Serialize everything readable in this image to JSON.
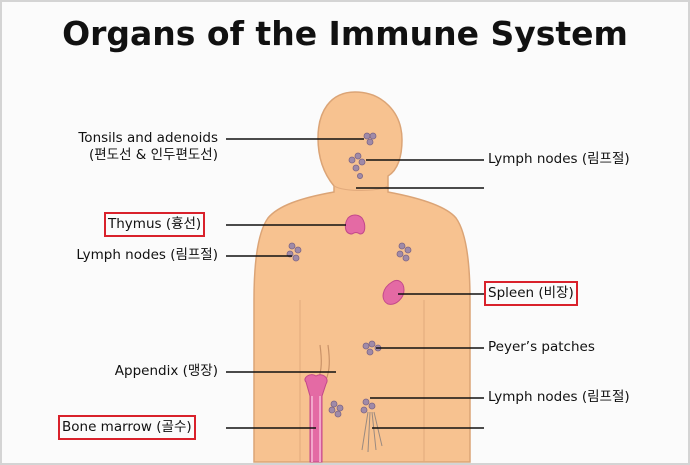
{
  "title": "Organs of the Immune System",
  "labels": {
    "tonsils_line1": "Tonsils and adenoids",
    "tonsils_line2": "(편도선 & 인두편도선)",
    "thymus": "Thymus (흉선)",
    "lymph_left": "Lymph nodes (림프절)",
    "appendix": "Appendix (맹장)",
    "bone_marrow": "Bone marrow (골수)",
    "lymph_neck": "Lymph nodes (림프절)",
    "spleen": "Spleen (비장)",
    "peyers": "Peyer’s patches",
    "lymph_groin": "Lymph nodes (림프절)"
  },
  "highlighted": [
    "thymus",
    "spleen",
    "bone_marrow"
  ],
  "colors": {
    "skin": "#f7c290",
    "skin_outline": "#dba476",
    "organ_pink": "#e46aa4",
    "node_purple": "#a08aa8",
    "highlight_box": "#d9212b",
    "leader_line": "#111111"
  }
}
